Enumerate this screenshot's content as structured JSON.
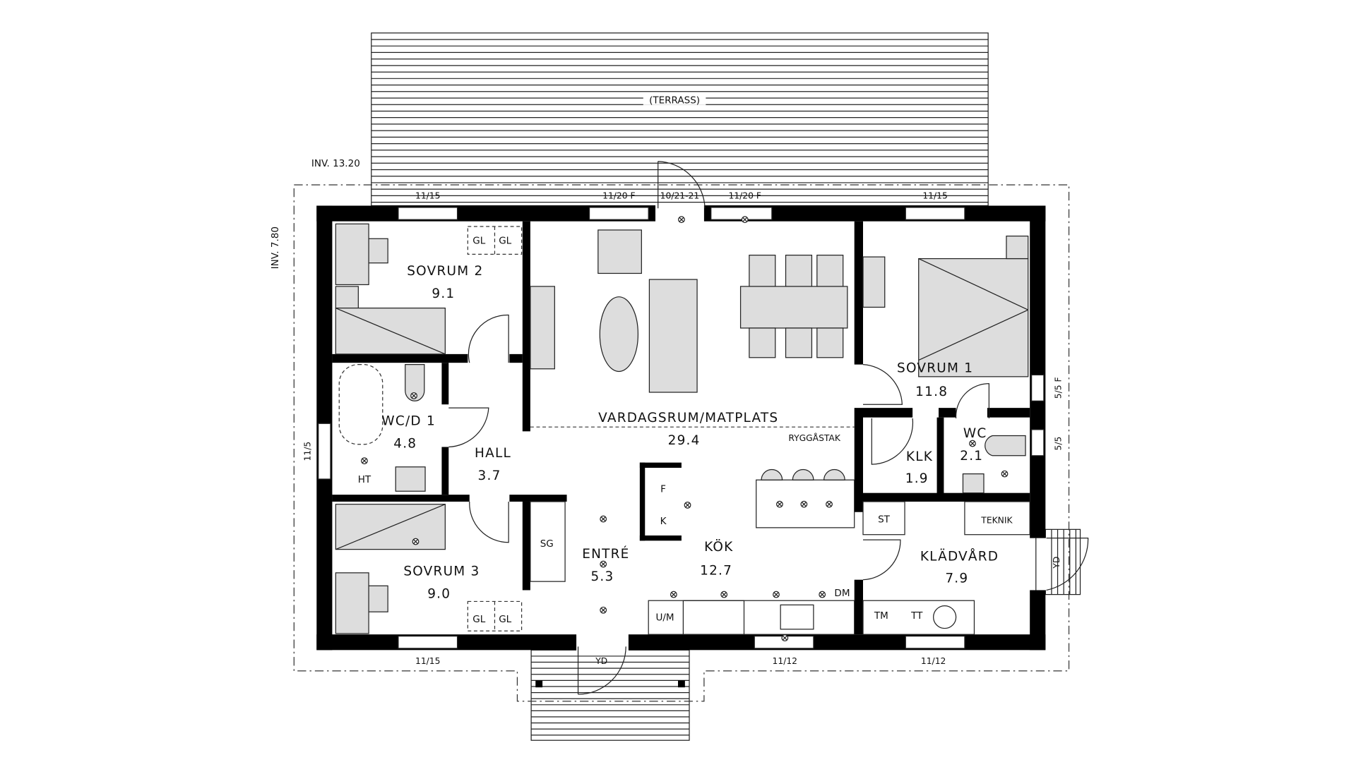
{
  "plan": {
    "terrace_label": "(TERRASS)",
    "inv_width": "INV. 13.20",
    "inv_depth": "INV. 7.80",
    "rooms": [
      {
        "name": "SOVRUM 2",
        "area": "9.1"
      },
      {
        "name": "VARDAGSRUM/MATPLATS",
        "area": "29.4"
      },
      {
        "name": "SOVRUM 1",
        "area": "11.8"
      },
      {
        "name": "WC/D 1",
        "area": "4.8"
      },
      {
        "name": "HALL",
        "area": "3.7"
      },
      {
        "name": "KLK",
        "area": "1.9"
      },
      {
        "name": "WC",
        "area": "2.1"
      },
      {
        "name": "SOVRUM 3",
        "area": "9.0"
      },
      {
        "name": "ENTRÉ",
        "area": "5.3"
      },
      {
        "name": "KÖK",
        "area": "12.7"
      },
      {
        "name": "KLÄDVÅRD",
        "area": "7.9"
      }
    ],
    "dimensions": {
      "top": [
        "11/15",
        "11/20 F",
        "10/21-21",
        "11/20 F",
        "11/15"
      ],
      "bottom": [
        "11/15",
        "11/12",
        "11/12"
      ],
      "left": "11/5",
      "right": [
        "5/5 F",
        "5/5"
      ]
    },
    "fixtures": {
      "gl": "GL",
      "ht": "HT",
      "fridge": "F",
      "freezer": "K",
      "sg": "SG",
      "um": "U/M",
      "dm": "DM",
      "st": "ST",
      "teknik": "TEKNIK",
      "tm": "TM",
      "tt": "TT",
      "yd": "YD",
      "ryggastak": "RYGGÅSTAK"
    }
  }
}
